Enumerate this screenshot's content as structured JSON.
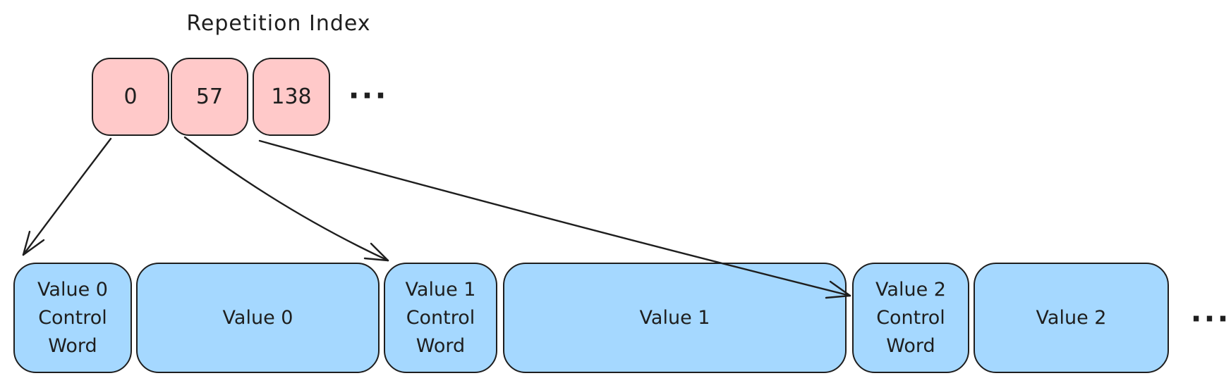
{
  "title": "Repetition Index",
  "colors": {
    "index_cell_fill": "#ffc9c9",
    "block_fill": "#a5d8ff",
    "stroke": "#1e1e1e",
    "background": "#ffffff"
  },
  "repetition_index": {
    "cells": [
      {
        "value": "0"
      },
      {
        "value": "57"
      },
      {
        "value": "138"
      }
    ],
    "ellipsis": "···"
  },
  "stream": {
    "blocks": [
      {
        "type": "control-word",
        "label": "Value 0\nControl\nWord"
      },
      {
        "type": "value",
        "label": "Value 0"
      },
      {
        "type": "control-word",
        "label": "Value 1\nControl\nWord"
      },
      {
        "type": "value",
        "label": "Value 1"
      },
      {
        "type": "control-word",
        "label": "Value 2\nControl\nWord"
      },
      {
        "type": "value",
        "label": "Value 2"
      }
    ],
    "ellipsis": "···"
  }
}
